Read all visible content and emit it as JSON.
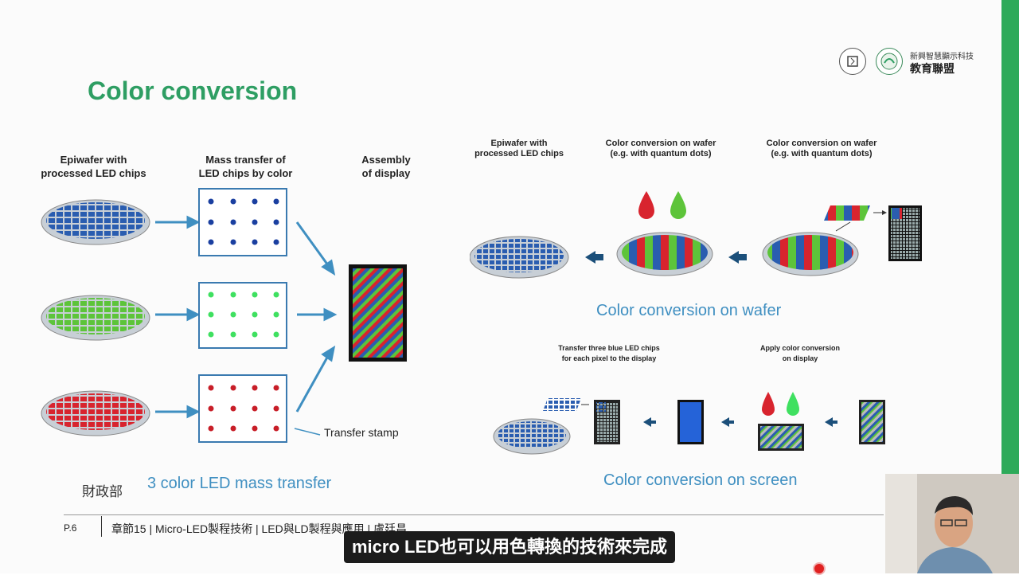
{
  "slide": {
    "title": "Color conversion",
    "org_line1": "新興智慧顯示科技",
    "org_line2": "教育聯盟",
    "logo1_icon": "chip-logo-icon",
    "logo2_icon": "university-seal-icon"
  },
  "left_diagram": {
    "col1_label": "Epiwafer with\nprocessed LED chips",
    "col2_label": "Mass transfer of\nLED chips by color",
    "col3_label": "Assembly\nof display",
    "stamp_label": "Transfer stamp",
    "caption": "3 color LED mass transfer",
    "colors": {
      "blue": "#2a5db0",
      "green": "#5dc43a",
      "red": "#d8242e",
      "panel_border": "#3a7ab0",
      "arrow": "#3f8fc1"
    }
  },
  "right_top": {
    "label1": "Epiwafer with\nprocessed LED chips",
    "label2": "Color conversion on wafer\n(e.g. with quantum dots)",
    "label3": "Color conversion on wafer\n(e.g. with quantum dots)",
    "caption": "Color conversion on wafer"
  },
  "right_bottom": {
    "label1": "Transfer three blue LED chips\nfor each pixel to the display",
    "label2": "Apply color conversion\non display",
    "caption": "Color conversion on screen"
  },
  "footer": {
    "mof": "財政部",
    "page": "P.6",
    "text": "章節15 | Micro-LED製程技術 | LED與LD製程與應用 | 盧廷昌"
  },
  "subtitle": "micro LED也可以用色轉換的技術來完成"
}
